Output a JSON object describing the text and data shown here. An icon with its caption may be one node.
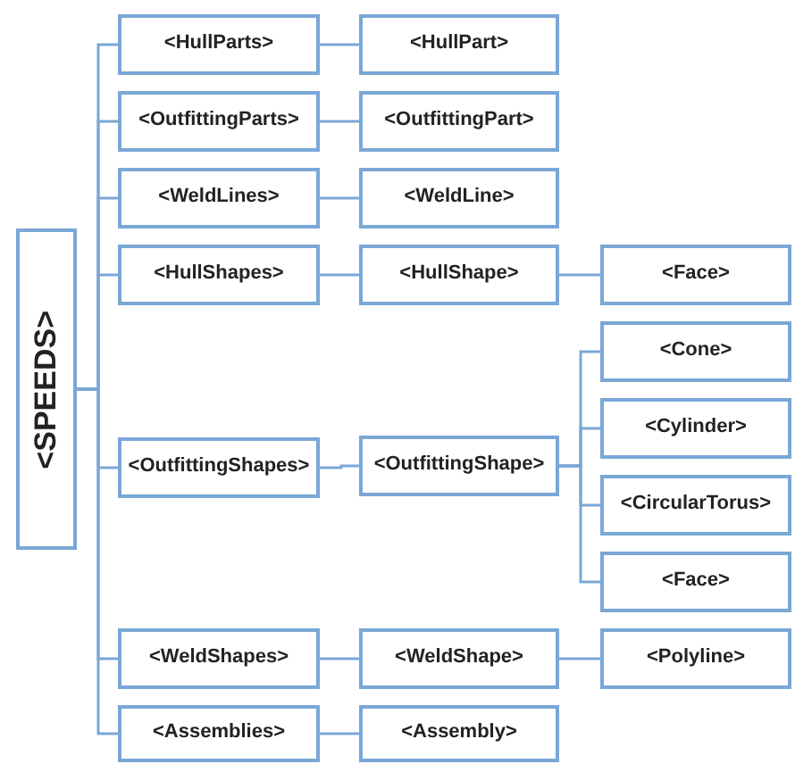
{
  "diagram": {
    "nodes": [
      {
        "text": [
          "<SPEEDS>"
        ]
      },
      {
        "text": [
          "<HullParts>"
        ]
      },
      {
        "text": [
          "<HullPart>"
        ]
      },
      {
        "text": [
          "<OutfittingParts>"
        ]
      },
      {
        "text": [
          "<OutfittingPart>"
        ]
      },
      {
        "text": [
          "<WeldLines>"
        ]
      },
      {
        "text": [
          "<WeldLine>"
        ]
      },
      {
        "text": [
          "<HullShapes>"
        ]
      },
      {
        "text": [
          "<HullShape>"
        ]
      },
      {
        "text": [
          "<Face>"
        ]
      },
      {
        "text": [
          "<Cone>"
        ]
      },
      {
        "text": [
          "<Cylinder>"
        ]
      },
      {
        "text": [
          "<OutfittingShapes>"
        ]
      },
      {
        "text": [
          "<OutfittingShape>"
        ]
      },
      {
        "text": [
          "<CircularTorus>"
        ]
      },
      {
        "text": [
          "<Face>"
        ]
      },
      {
        "text": [
          "<WeldShapes>"
        ]
      },
      {
        "text": [
          "<WeldShape>"
        ]
      },
      {
        "text": [
          "<Polyline>"
        ]
      },
      {
        "text": [
          "<Assemblies>"
        ]
      },
      {
        "text": [
          "<Assembly>"
        ]
      }
    ],
    "edges": [
      {
        "from": 0,
        "to": 1,
        "arrow": "none"
      },
      {
        "from": 0,
        "to": 3,
        "arrow": "none"
      },
      {
        "from": 0,
        "to": 5,
        "arrow": "none"
      },
      {
        "from": 0,
        "to": 7,
        "arrow": "none"
      },
      {
        "from": 0,
        "to": 12,
        "arrow": "none"
      },
      {
        "from": 0,
        "to": 16,
        "arrow": "none"
      },
      {
        "from": 0,
        "to": 19,
        "arrow": "none"
      },
      {
        "from": 1,
        "to": 2,
        "arrow": "none"
      },
      {
        "from": 3,
        "to": 4,
        "arrow": "none"
      },
      {
        "from": 5,
        "to": 6,
        "arrow": "none"
      },
      {
        "from": 7,
        "to": 8,
        "arrow": "none"
      },
      {
        "from": 8,
        "to": 9,
        "arrow": "none"
      },
      {
        "from": 12,
        "to": 13,
        "arrow": "none"
      },
      {
        "from": 13,
        "to": 10,
        "arrow": "none"
      },
      {
        "from": 13,
        "to": 11,
        "arrow": "none"
      },
      {
        "from": 13,
        "to": 14,
        "arrow": "none"
      },
      {
        "from": 13,
        "to": 15,
        "arrow": "none"
      },
      {
        "from": 16,
        "to": 17,
        "arrow": "none"
      },
      {
        "from": 17,
        "to": 18,
        "arrow": "none"
      },
      {
        "from": 19,
        "to": 20,
        "arrow": "none"
      }
    ]
  }
}
